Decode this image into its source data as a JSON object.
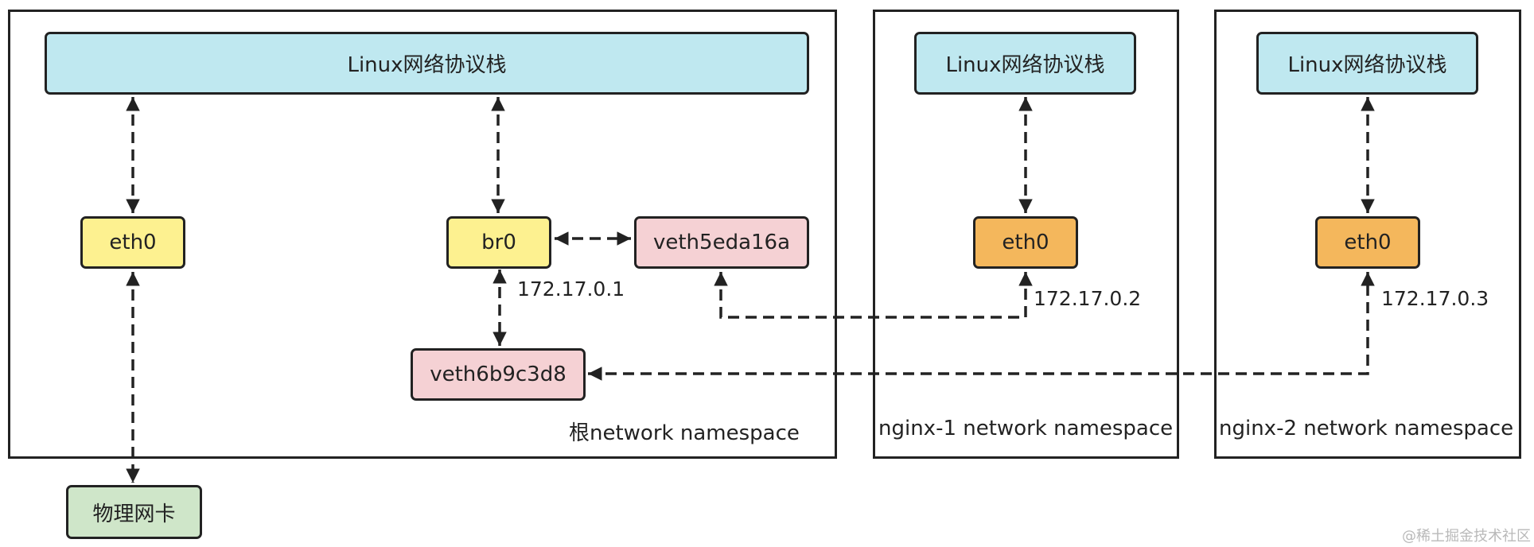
{
  "namespaces": {
    "root": {
      "label": "根network namespace"
    },
    "nginx1": {
      "label": "nginx-1 network namespace"
    },
    "nginx2": {
      "label": "nginx-2 network namespace"
    }
  },
  "nodes": {
    "root_stack": "Linux网络协议栈",
    "root_eth0": "eth0",
    "br0": "br0",
    "veth5eda16a": "veth5eda16a",
    "veth6b9c3d8": "veth6b9c3d8",
    "physical_nic": "物理网卡",
    "nginx1_stack": "Linux网络协议栈",
    "nginx1_eth0": "eth0",
    "nginx2_stack": "Linux网络协议栈",
    "nginx2_eth0": "eth0"
  },
  "ips": {
    "br0": "172.17.0.1",
    "nginx1_eth0": "172.17.0.2",
    "nginx2_eth0": "172.17.0.3"
  },
  "watermark": "@稀土掘金技术社区",
  "colors": {
    "stack": "#bfe8f0",
    "bridge_eth": "#fdf190",
    "veth": "#f5d1d4",
    "container_eth": "#f4b75c",
    "nic": "#cfe6c9",
    "line": "#222222"
  }
}
